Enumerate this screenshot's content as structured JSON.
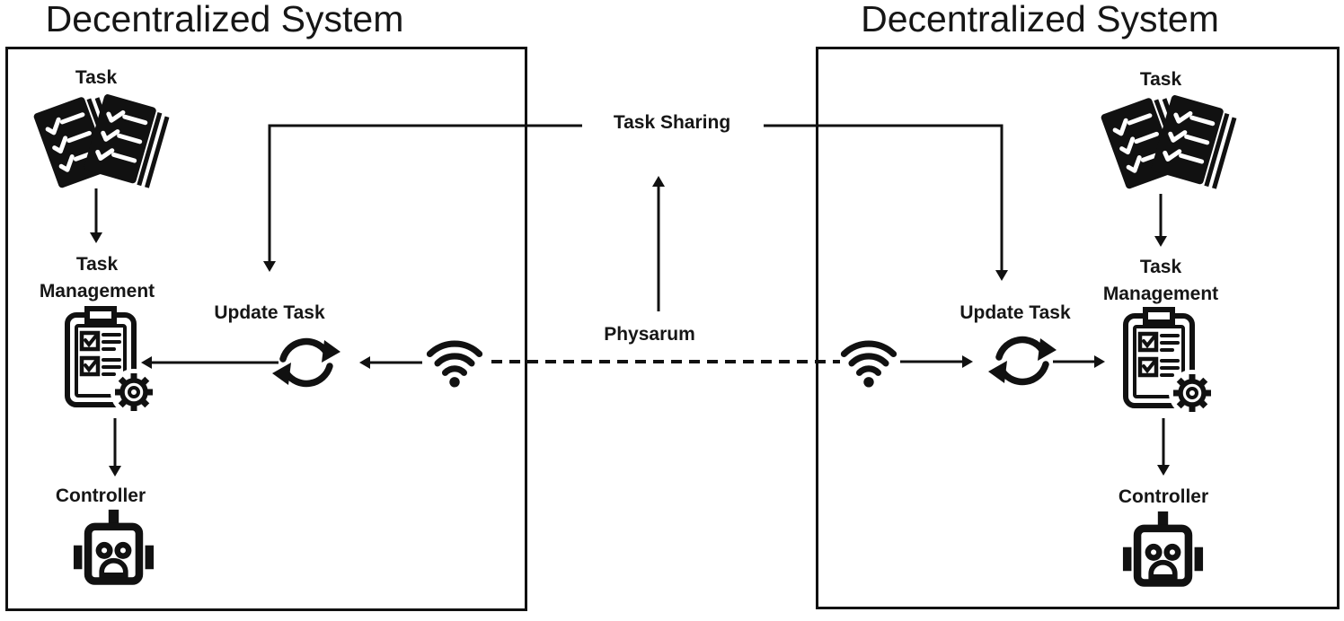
{
  "colors": {
    "ink": "#111111",
    "background": "#ffffff"
  },
  "left_system": {
    "title": "Decentralized System",
    "task_label": "Task",
    "task_management_label": "Task Management",
    "update_task_label": "Update Task",
    "controller_label": "Controller"
  },
  "right_system": {
    "title": "Decentralized System",
    "task_label": "Task",
    "task_management_label": "Task Management",
    "update_task_label": "Update Task",
    "controller_label": "Controller"
  },
  "connections": {
    "task_sharing_label": "Task Sharing",
    "physarum_label": "Physarum"
  },
  "icons": {
    "task": "task-checklists-icon",
    "task_management": "clipboard-gear-icon",
    "update_task": "refresh-arrows-icon",
    "network": "wifi-icon",
    "controller": "robot-icon"
  }
}
